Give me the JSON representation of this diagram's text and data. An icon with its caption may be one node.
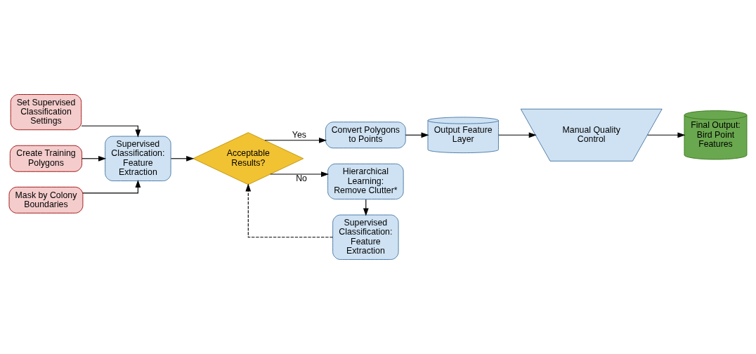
{
  "diagram": {
    "nodes": [
      {
        "text": [
          "Set Supervised Classification Settings"
        ]
      },
      {
        "text": [
          "Create Training Polygons"
        ]
      },
      {
        "text": [
          "Mask by Colony Boundaries"
        ]
      },
      {
        "text": [
          "Supervised Classification:",
          "Feature Extraction"
        ]
      },
      {
        "text": [
          "Acceptable Results?"
        ]
      },
      {
        "text": [
          "Convert Polygons to Points"
        ]
      },
      {
        "text": [
          "Final Output:",
          "Bird Point Features"
        ]
      },
      {
        "text": [
          "Hierarchical Learning:",
          "Remove Clutter*"
        ]
      },
      {
        "text": [
          "Supervised Classification:",
          "Feature Extraction"
        ]
      },
      {
        "text": [
          "Output Feature Layer"
        ]
      },
      {
        "text": [
          "Manual Quality Control"
        ]
      }
    ],
    "edges": [
      {
        "from": 0,
        "to": 3,
        "arrow": "to"
      },
      {
        "from": 1,
        "to": 3,
        "arrow": "to"
      },
      {
        "from": 2,
        "to": 3,
        "arrow": "to"
      },
      {
        "from": 3,
        "to": 4,
        "arrow": "to"
      },
      {
        "from": 4,
        "to": 5,
        "arrow": "to",
        "label": "Yes"
      },
      {
        "from": 4,
        "to": 7,
        "arrow": "to",
        "label": "No"
      },
      {
        "from": 7,
        "to": 8,
        "arrow": "to"
      },
      {
        "from": 8,
        "to": 4,
        "arrow": "to",
        "style": "dashed"
      },
      {
        "from": 5,
        "to": 9,
        "arrow": "to"
      },
      {
        "from": 9,
        "to": 10,
        "arrow": "to"
      },
      {
        "from": 10,
        "to": 6,
        "arrow": "to"
      }
    ]
  }
}
